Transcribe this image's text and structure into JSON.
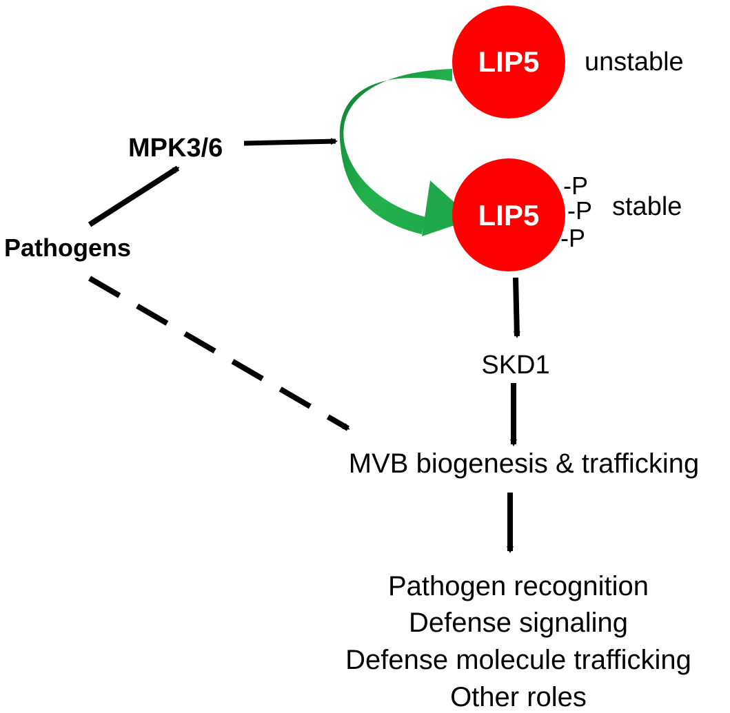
{
  "colors": {
    "node_fill": "#ff0000",
    "curved_arrow": "#1fa84a",
    "curved_arrow_dark": "#0f7a32",
    "arrow": "#000000",
    "node_text": "#ffffff"
  },
  "nodes": {
    "pathogens": "Pathogens",
    "mpk": "MPK3/6",
    "lip5_top": "LIP5",
    "lip5_top_state": "unstable",
    "lip5_bottom": "LIP5",
    "lip5_bottom_state": "stable",
    "phospho_1": "-P",
    "phospho_2": "-P",
    "phospho_3": "-P",
    "skd1": "SKD1",
    "mvb": "MVB biogenesis & trafficking"
  },
  "outcomes": [
    "Pathogen recognition",
    "Defense signaling",
    "Defense molecule trafficking",
    "Other roles"
  ]
}
